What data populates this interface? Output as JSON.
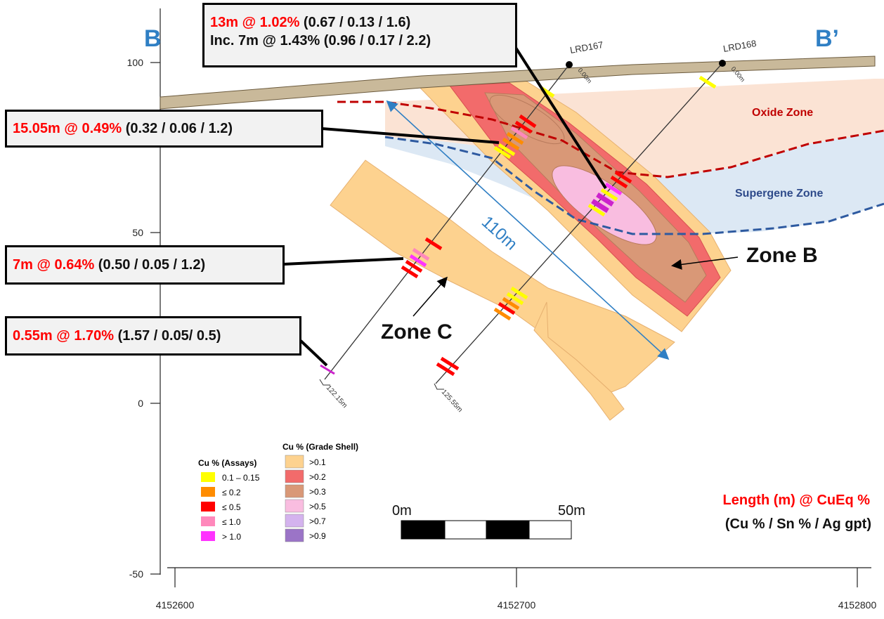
{
  "section": {
    "start_label": "B",
    "end_label": "B’"
  },
  "axes": {
    "y_ticks": [
      "100",
      "50",
      "0",
      "-50"
    ],
    "x_ticks": [
      "4152600",
      "4152700",
      "4152800"
    ]
  },
  "holes": [
    {
      "name": "LRD167",
      "collar_depth": "0.00m",
      "end_depth": "122.15m"
    },
    {
      "name": "LRD168",
      "collar_depth": "0.00m",
      "end_depth": "125.55m"
    }
  ],
  "zones": {
    "oxide": "Oxide Zone",
    "supergene": "Supergene Zone",
    "zone_b": "Zone B",
    "zone_c": "Zone C"
  },
  "span_label": "110m",
  "callouts": [
    {
      "grade": "13m @ 1.02%",
      "detail": " (0.67 / 0.13 / 1.6)",
      "line2": "Inc. 7m @ 1.43% (0.96 / 0.17 / 2.2)"
    },
    {
      "grade": "15.05m @ 0.49%",
      "detail": " (0.32 / 0.06 / 1.2)"
    },
    {
      "grade": "7m @ 0.64%",
      "detail": " (0.50 / 0.05 / 1.2)"
    },
    {
      "grade": "0.55m @ 1.70%",
      "detail": " (1.57 / 0.05/ 0.5)"
    }
  ],
  "legend_assays": {
    "title": "Cu % (Assays)",
    "items": [
      {
        "label": "0.1 – 0.15",
        "color": "#ffff00"
      },
      {
        "label": "≤ 0.2",
        "color": "#ff8c00"
      },
      {
        "label": "≤ 0.5",
        "color": "#ff0000"
      },
      {
        "label": "≤ 1.0",
        "color": "#ff88bb"
      },
      {
        "label": "> 1.0",
        "color": "#ff33ff"
      }
    ]
  },
  "legend_shell": {
    "title": "Cu % (Grade Shell)",
    "items": [
      {
        "label": ">0.1",
        "color": "#fdd28f"
      },
      {
        "label": ">0.2",
        "color": "#f26b6b"
      },
      {
        "label": ">0.3",
        "color": "#d99877"
      },
      {
        "label": ">0.5",
        "color": "#f9bde0"
      },
      {
        "label": ">0.7",
        "color": "#d4b3ee"
      },
      {
        "label": ">0.9",
        "color": "#9b74c7"
      }
    ]
  },
  "scale_bar": {
    "start": "0m",
    "end": "50m"
  },
  "key": {
    "line1": "Length (m) @ CuEq %",
    "line2": "(Cu % / Sn % / Ag gpt)"
  }
}
